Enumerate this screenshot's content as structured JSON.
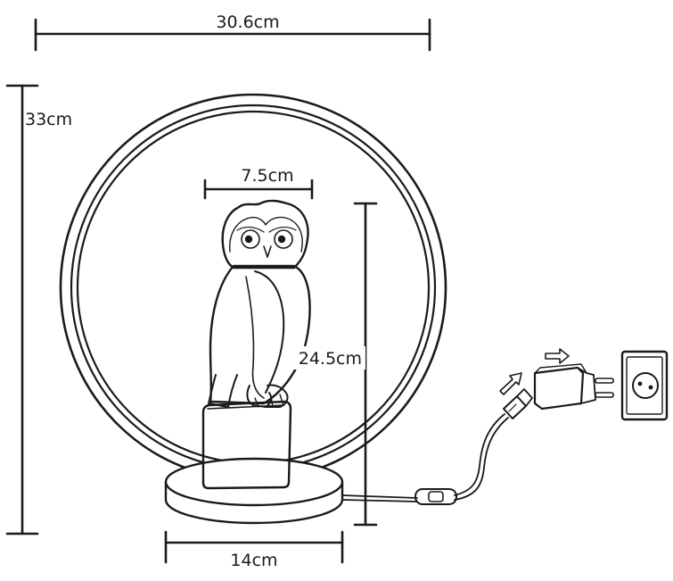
{
  "dimensions": {
    "overall_width": "30.6cm",
    "overall_height": "33cm",
    "owl_width": "7.5cm",
    "owl_height": "24.5cm",
    "base_width": "14cm"
  },
  "parts": {
    "ring": "ring-lamp",
    "figure": "owl-figure",
    "pedestal": "block-pedestal",
    "base": "round-base",
    "cable": "power-cable",
    "switch": "inline-switch",
    "connector": "usb-plug",
    "adapter": "power-adapter",
    "outlet": "wall-socket"
  },
  "colors": {
    "stroke": "#1a1a1a",
    "background": "#ffffff"
  }
}
